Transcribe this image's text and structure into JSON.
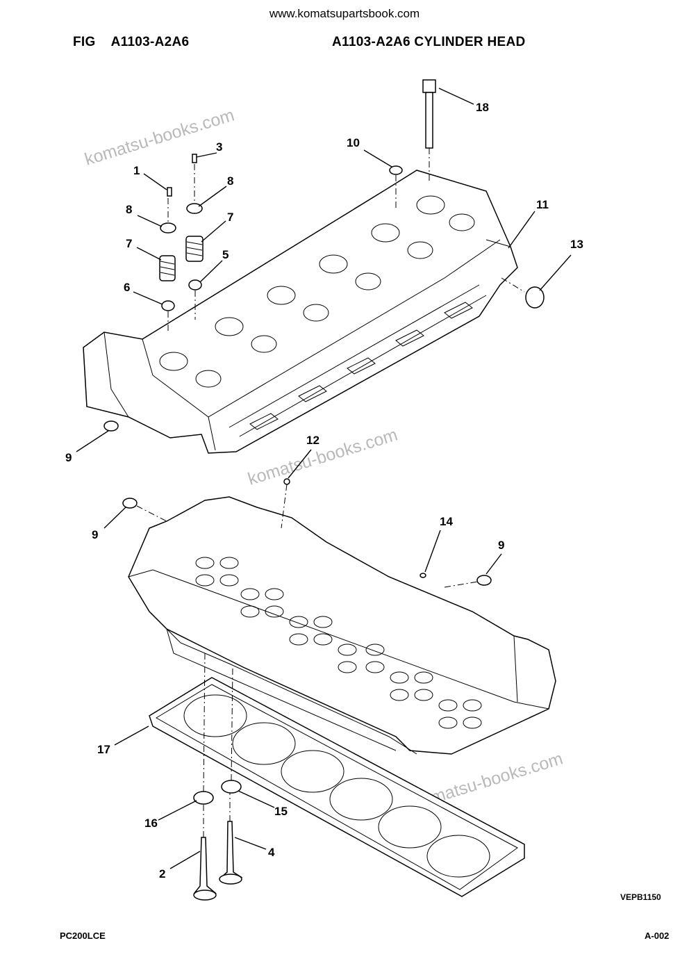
{
  "header": {
    "website": "www.komatsupartsbook.com",
    "fig_label": "FIG",
    "fig_code": "A1103-A2A6",
    "title": "A1103-A2A6 CYLINDER HEAD"
  },
  "watermarks": [
    "komatsu-books.com",
    "komatsu-books.com",
    "komatsu-books.com"
  ],
  "callouts": {
    "c1": "1",
    "c2": "2",
    "c3": "3",
    "c4": "4",
    "c5": "5",
    "c6": "6",
    "c7a": "7",
    "c7b": "7",
    "c8a": "8",
    "c8b": "8",
    "c9a": "9",
    "c9b": "9",
    "c9c": "9",
    "c10": "10",
    "c11": "11",
    "c12": "12",
    "c13": "13",
    "c14": "14",
    "c15": "15",
    "c16": "16",
    "c17": "17",
    "c18": "18"
  },
  "drawing_code": "VEPB1150",
  "footer": {
    "model": "PC200LCE",
    "page": "A-002"
  }
}
